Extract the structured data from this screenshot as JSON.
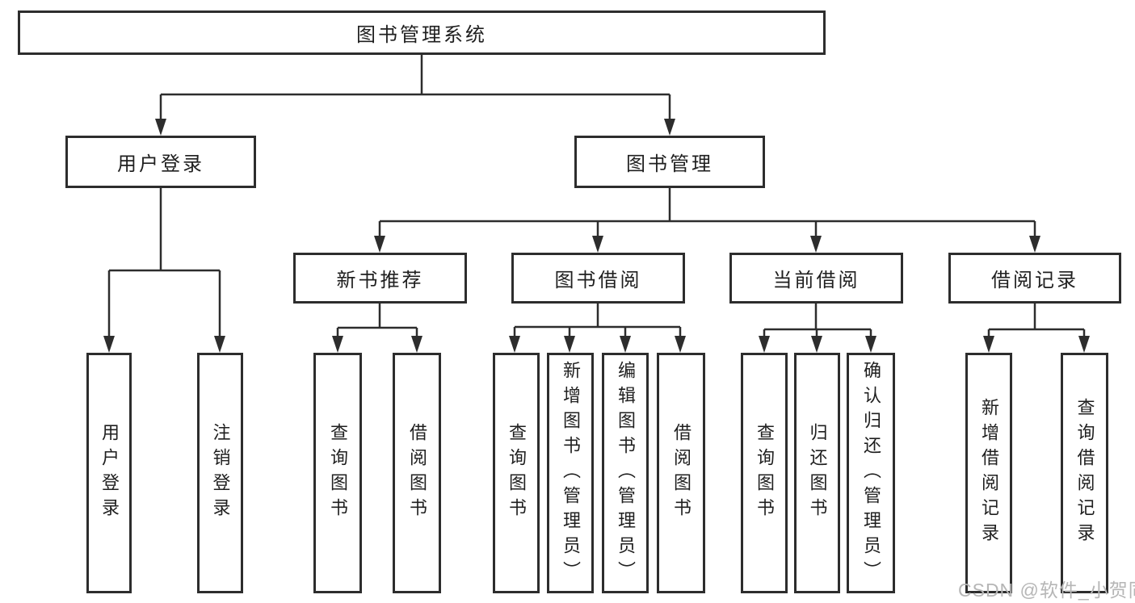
{
  "diagram": {
    "type": "hierarchy-tree",
    "colors": {
      "line": "#2d2d2d",
      "box_border": "#2d2d2d",
      "text": "#1f1f1f",
      "background": "#ffffff",
      "watermark": "#b6b6b6"
    },
    "tree": {
      "root": "图书管理系统",
      "level2": [
        "用户登录",
        "图书管理"
      ],
      "level3": [
        "新书推荐",
        "图书借阅",
        "当前借阅",
        "借阅记录"
      ],
      "leaves": {
        "user_login": [
          "用户登录",
          "注销登录"
        ],
        "new_book_recommend": [
          "查询图书",
          "借阅图书"
        ],
        "book_borrow": [
          "查询图书",
          "新增图书（管理员）",
          "编辑图书（管理员）",
          "借阅图书"
        ],
        "current_borrow": [
          "查询图书",
          "归还图书",
          "确认归还（管理员）"
        ],
        "borrow_records": [
          "新增借阅记录",
          "查询借阅记录"
        ]
      }
    },
    "watermark": {
      "text": "CSDN @软件_小贺同学"
    }
  }
}
